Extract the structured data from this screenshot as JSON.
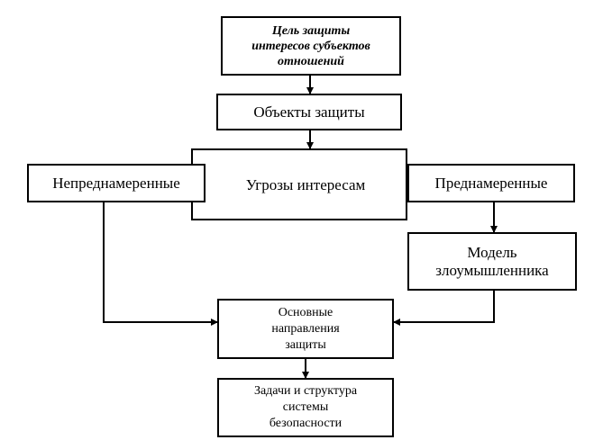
{
  "diagram": {
    "goal": {
      "line1": "Цель защиты",
      "line2": "интересов субъектов",
      "line3": "отношений"
    },
    "objects": "Объекты защиты",
    "threats": "Угрозы интересам",
    "unintentional": "Непреднамеренные",
    "intentional": "Преднамеренные",
    "intruder_model": {
      "line1": "Модель",
      "line2": "злоумышленника"
    },
    "directions": {
      "line1": "Основные",
      "line2": "направления",
      "line3": "защиты"
    },
    "tasks": {
      "line1": "Задачи и структура",
      "line2": "системы",
      "line3": "безопасности"
    }
  }
}
